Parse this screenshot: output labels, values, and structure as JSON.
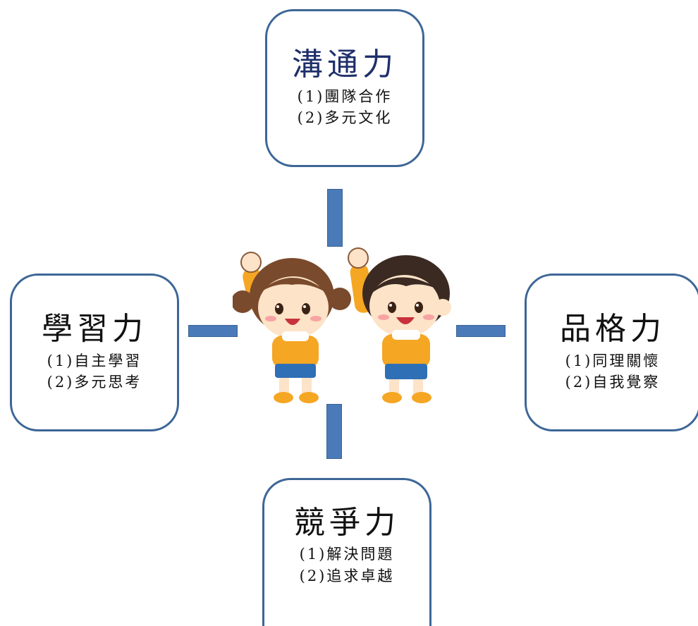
{
  "nodes": {
    "top": {
      "title": "溝通力",
      "items": [
        "(1)團隊合作",
        "(2)多元文化"
      ]
    },
    "left": {
      "title": "學習力",
      "items": [
        "(1)自主學習",
        "(2)多元思考"
      ]
    },
    "right": {
      "title": "品格力",
      "items": [
        "(1)同理關懷",
        "(2)自我覺察"
      ]
    },
    "bottom": {
      "title": "競爭力",
      "items": [
        "(1)解決問題",
        "(2)追求卓越"
      ]
    }
  },
  "colors": {
    "box_border": "#3d6696",
    "connector": "#4a7ab8",
    "top_title": "#1f2f6b"
  },
  "center_image": {
    "icon": "cheering-kids-illustration"
  }
}
